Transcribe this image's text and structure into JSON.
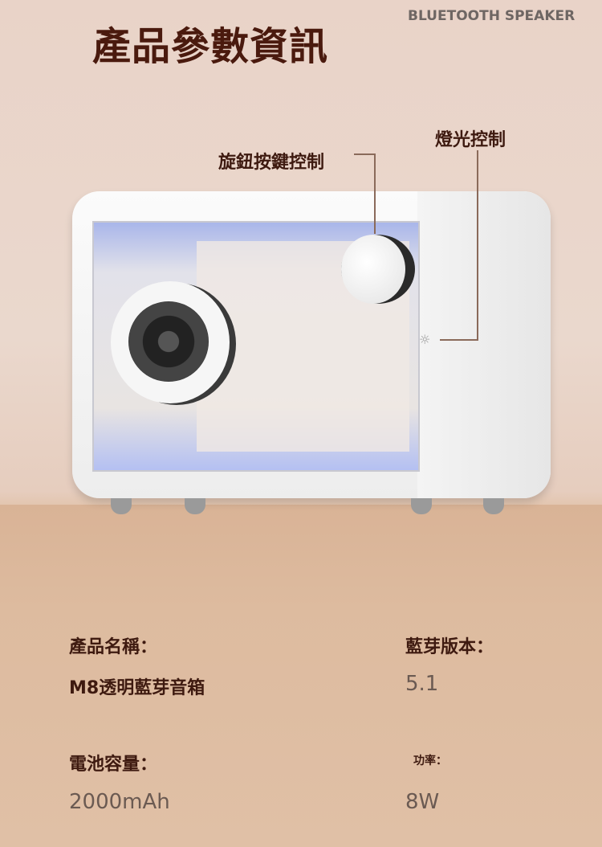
{
  "header": {
    "title": "產品參數資訊",
    "subtitle": "BLUETOOTH SPEAKER"
  },
  "callouts": {
    "knob": "旋鈕按鍵控制",
    "light": "燈光控制"
  },
  "icons": {
    "light": "lightbulb-icon"
  },
  "specs": [
    {
      "label": "產品名稱：",
      "value": "M8透明藍芽音箱"
    },
    {
      "label": "藍芽版本：",
      "value": "5.1"
    },
    {
      "label": "電池容量：",
      "value": "2000mAh"
    },
    {
      "label": "功率：",
      "value": "8W"
    }
  ]
}
